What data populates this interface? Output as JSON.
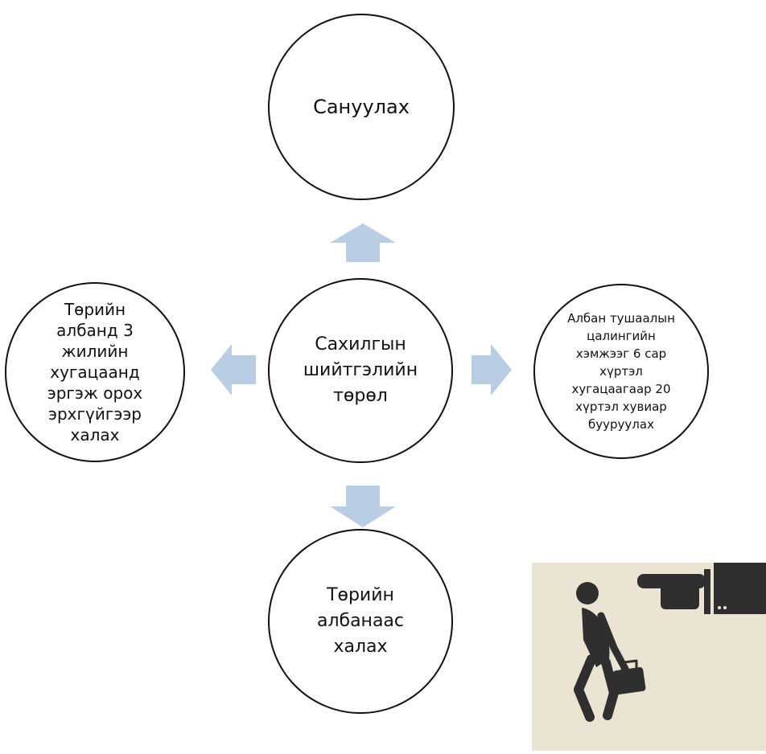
{
  "diagram": {
    "center": "Сахилгын\nшийтгэлийн\nтөрөл",
    "top": "Сануулах",
    "right": "Албан тушаалын\nцалингийн\nхэмжээг 6 сар\nхүртэл\nхугацаагаар 20\nхүртэл хувиар\nбууруулах",
    "bottom": "Төрийн\nалбанаас\nхалах",
    "left": "Төрийн\nалбанд 3\nжилийн\nхугацаанд\nэргэж орох\nэрхгүйгээр\nхалах"
  },
  "colors": {
    "arrow": "#b9cde5",
    "border": "#111111",
    "illustration_bg": "#ece4d3",
    "illustration_fg": "#2f2f2f"
  },
  "icons": [
    "pointing-hand-icon",
    "walking-man-with-briefcase-icon"
  ]
}
